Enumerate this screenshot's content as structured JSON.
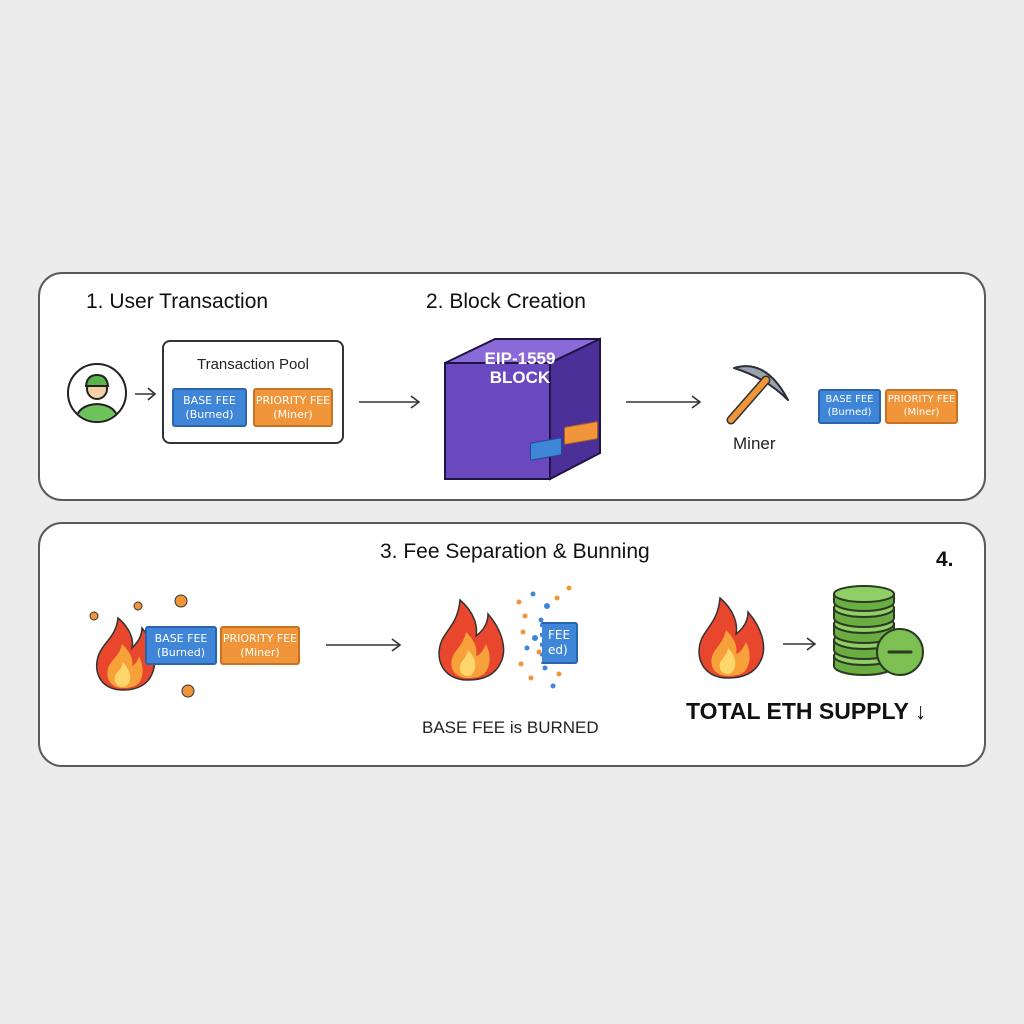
{
  "steps": {
    "step1": "1. User Transaction",
    "step2": "2. Block Creation",
    "step3": "3. Fee Separation & Bunning",
    "step4": "4."
  },
  "pool": {
    "title": "Transaction Pool"
  },
  "fees": {
    "base_fee": "BASE FEE",
    "base_sub": "(Burned)",
    "priority_fee": "PRIORITY FEE",
    "priority_sub": "(Miner)"
  },
  "block": {
    "line1": "EIP-1559",
    "line2": "BLOCK"
  },
  "miner": {
    "label": "Miner"
  },
  "burn": {
    "partial_fee": "FEE",
    "partial_sub": "ed)",
    "caption": "BASE FEE is BURNED"
  },
  "supply": {
    "label": "TOTAL ETH SUPPLY",
    "arrow": "↓"
  },
  "colors": {
    "base_fee": "#3f86d8",
    "priority_fee": "#f0953a",
    "block": "#6a48c0",
    "coins": "#7cbf52"
  },
  "icons": [
    "user-icon",
    "arrow-icon",
    "block-cube-icon",
    "pickaxe-icon",
    "flame-icon",
    "coin-stack-icon",
    "minus-icon"
  ]
}
